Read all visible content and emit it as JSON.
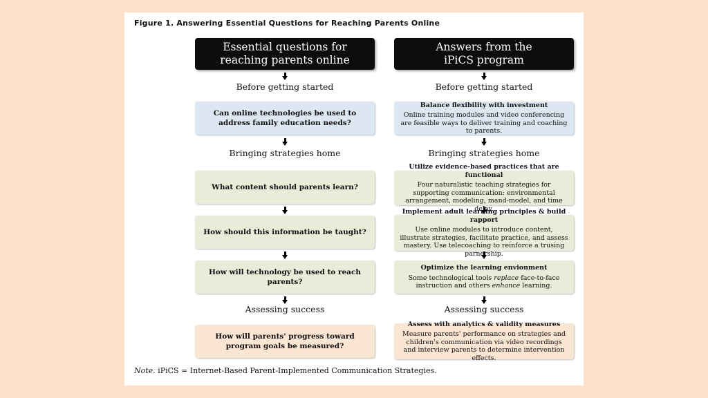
{
  "figure_title": "Figure 1. Answering Essential Questions for Reaching Parents Online",
  "left_header": "Essential questions for reaching parents online",
  "right_header_line1": "Answers from the",
  "right_header_line2": "iPiCS program",
  "stages": {
    "before": "Before getting started",
    "bringing": "Bringing strategies home",
    "assessing": "Assessing success"
  },
  "questions": {
    "q1": "Can online technologies be used to address family education needs?",
    "q2": "What content should parents learn?",
    "q3": "How should this information be taught?",
    "q4": "How will technology be used to reach parents?",
    "q5": "How will parents' progress toward program goals be measured?"
  },
  "answers": {
    "a1": {
      "heading": "Balance flexibility with investment",
      "body": "Online training modules and video conferencing are feasible ways to deliver training and coaching to parents."
    },
    "a2": {
      "heading": "Utilize evidence-based practices that are functional",
      "body": "Four naturalistic teaching strategies for supporting communication: environmental arrangement, modeling, mand-model, and time delay."
    },
    "a3": {
      "heading": "Implement adult learning principles & build rapport",
      "body": "Use online modules to introduce content, illustrate strategies, facilitate practice, and assess mastery.  Use telecoaching to reinforce a trusing parnership."
    },
    "a4": {
      "heading": "Optimize the learning envionment",
      "body_pre": "Some technological tools ",
      "body_em1": "replace",
      "body_mid": " face-to-face instruction and others ",
      "body_em2": "enhance",
      "body_post": " learning."
    },
    "a5": {
      "heading": "Assess with analytics & validity measures",
      "body": "Measure parents' performance on strategies and children's communication via video recordings and interview parents to determine intervention effects."
    }
  },
  "note": {
    "label": "Note.",
    "text": " iPiCS  =  Internet-Based Parent-Implemented Communication Strategies."
  },
  "colors": {
    "background": "#fde0c8",
    "header": "#0d0d0d",
    "blue_box": "#dde7f1",
    "green_box": "#e8ecd8",
    "peach_box": "#fbe5d3"
  }
}
